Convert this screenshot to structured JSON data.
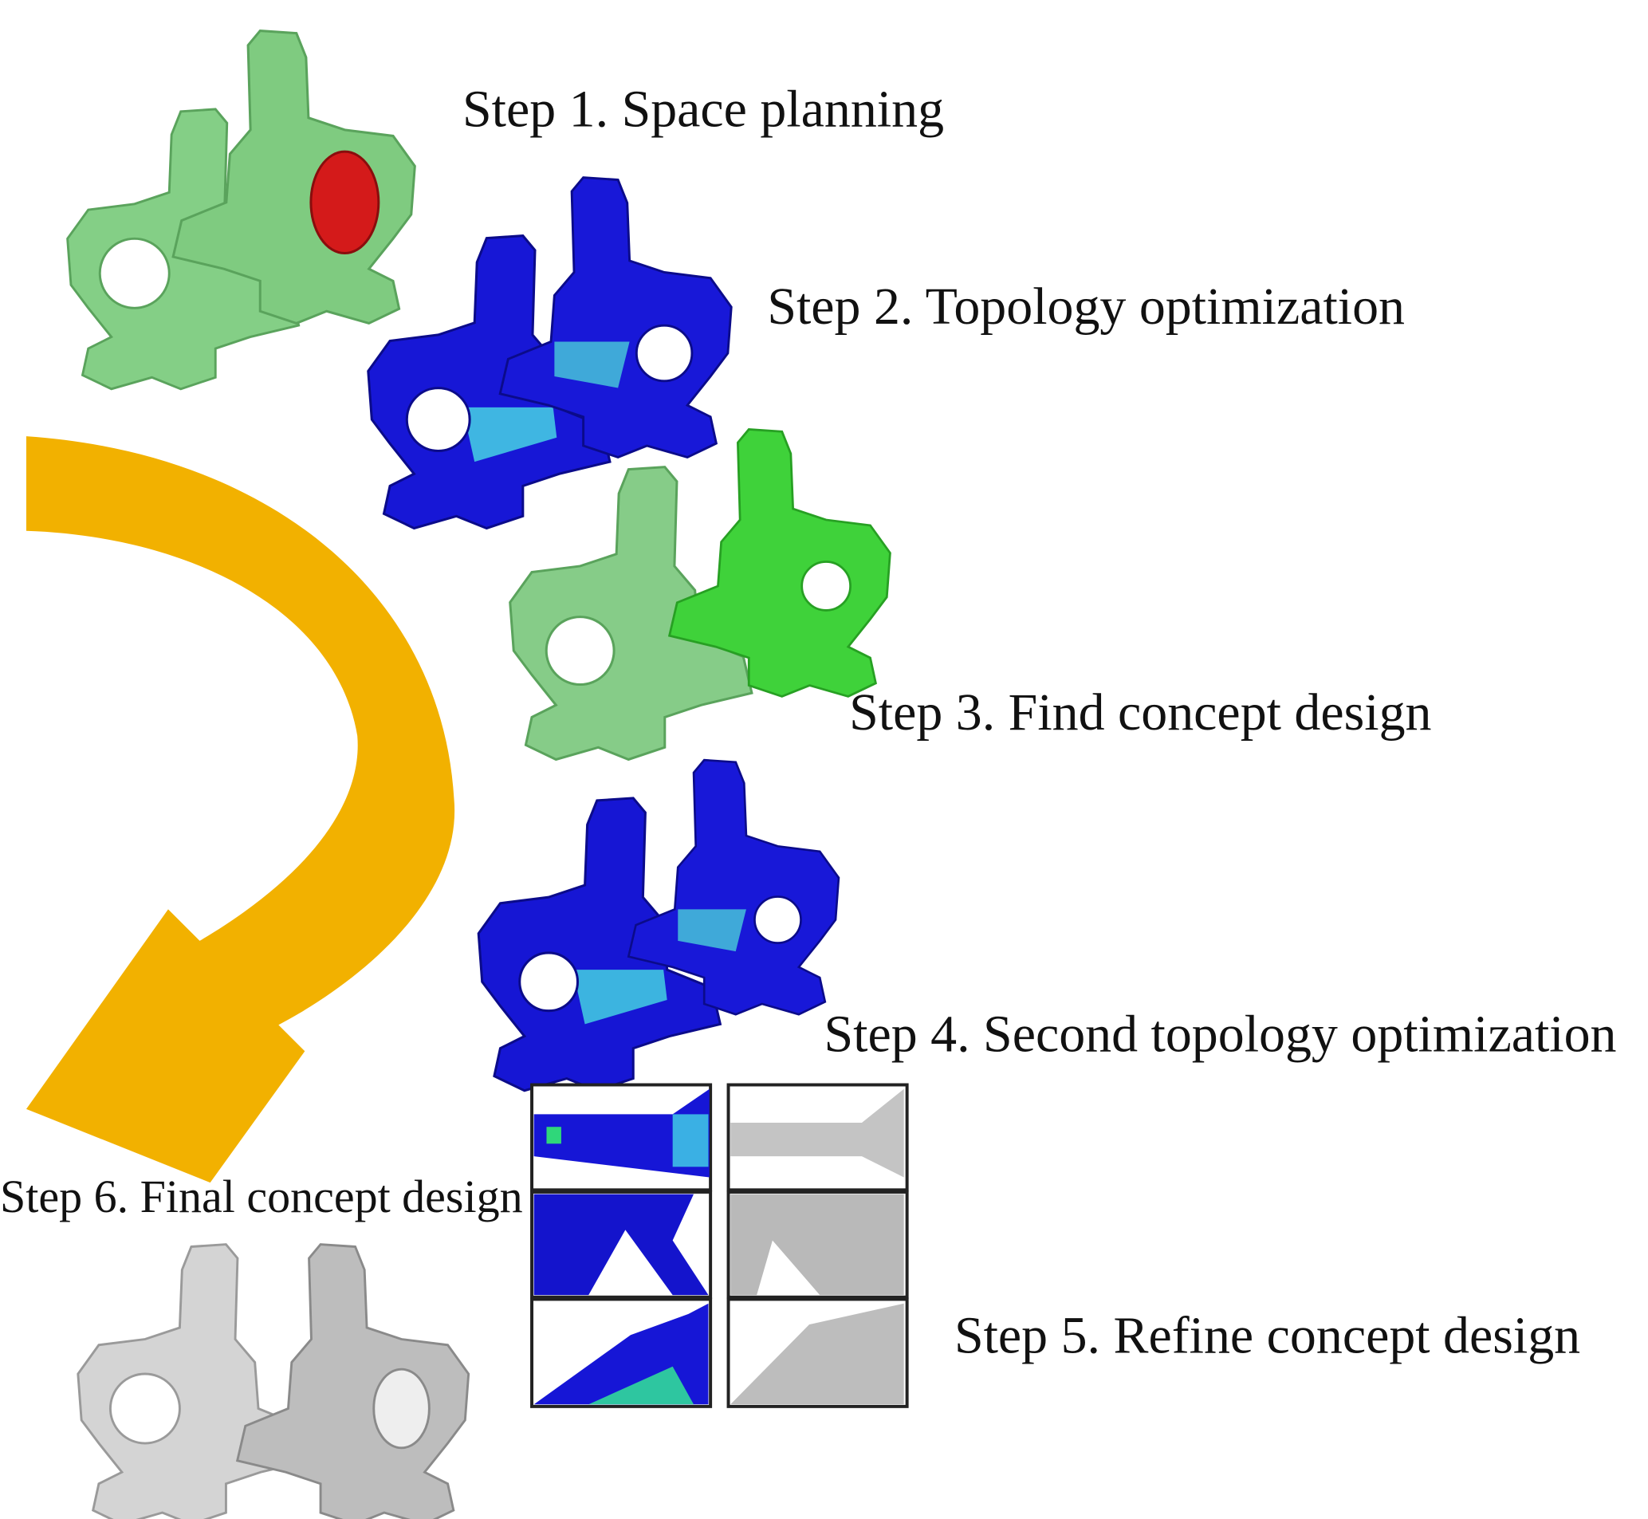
{
  "steps": [
    {
      "label": "Step 1. Space planning"
    },
    {
      "label": "Step 2. Topology optimization"
    },
    {
      "label": "Step 3. Find concept design"
    },
    {
      "label": "Step 4. Second topology optimization"
    },
    {
      "label": "Step 5. Refine concept design"
    },
    {
      "label": "Step 6. Final concept design"
    }
  ],
  "colors": {
    "design_space_green": "#7fcf80",
    "concept_green": "#3fd23a",
    "topology_blue": "#1414d8",
    "stress_cyan": "#36b6e0",
    "arrow_orange": "#f2b100",
    "final_gray": "#c9c9c9"
  }
}
